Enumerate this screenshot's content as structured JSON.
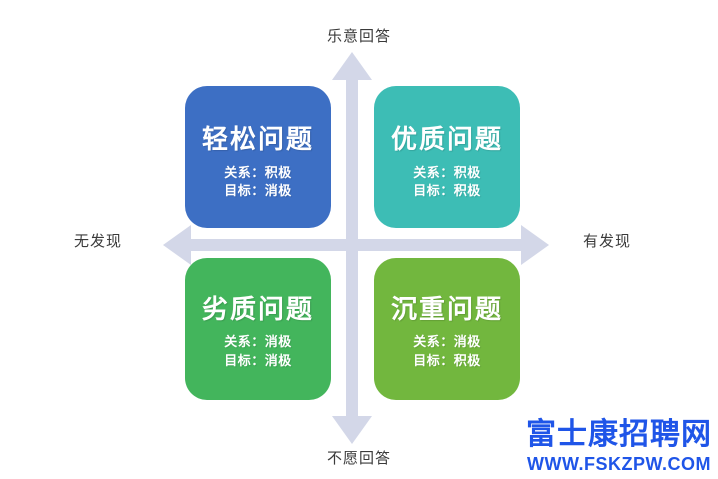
{
  "chart_data": {
    "type": "table",
    "title": "",
    "xlabel": "",
    "ylabel": "",
    "axes": {
      "top": "乐意回答",
      "bottom": "不愿回答",
      "left": "无发现",
      "right": "有发现"
    },
    "categories": [
      "轻松问题",
      "优质问题",
      "劣质问题",
      "沉重问题"
    ],
    "quadrants": [
      {
        "position": "top-left",
        "title": "轻松问题",
        "relation_line": "关系：积极",
        "goal_line": "目标：消极",
        "color": "#3d6fc4"
      },
      {
        "position": "top-right",
        "title": "优质问题",
        "relation_line": "关系：积极",
        "goal_line": "目标：积极",
        "color": "#3dbdb5"
      },
      {
        "position": "bottom-left",
        "title": "劣质问题",
        "relation_line": "关系：消极",
        "goal_line": "目标：消极",
        "color": "#43b55c"
      },
      {
        "position": "bottom-right",
        "title": "沉重问题",
        "relation_line": "关系：消极",
        "goal_line": "目标：积极",
        "color": "#72b73e"
      }
    ],
    "axis_color": "#d3d7e8",
    "grid": false,
    "legend": "none"
  },
  "axes": {
    "top_label": "乐意回答",
    "bottom_label": "不愿回答",
    "left_label": "无发现",
    "right_label": "有发现"
  },
  "quadrants": {
    "top_left": {
      "title": "轻松问题",
      "relation": "关系：积极",
      "goal": "目标：消极"
    },
    "top_right": {
      "title": "优质问题",
      "relation": "关系：积极",
      "goal": "目标：积极"
    },
    "bottom_left": {
      "title": "劣质问题",
      "relation": "关系：消极",
      "goal": "目标：消极"
    },
    "bottom_right": {
      "title": "沉重问题",
      "relation": "关系：消极",
      "goal": "目标：积极"
    }
  },
  "watermark": {
    "site_name": "富士康招聘网",
    "url": "WWW.FSKZPW.COM",
    "color": "#1f55e8"
  },
  "colors": {
    "axis": "#d3d7e8",
    "blue": "#3d6fc4",
    "teal": "#3dbdb5",
    "green": "#43b55c",
    "olive": "#72b73e",
    "label_text": "#3a3a3a"
  }
}
